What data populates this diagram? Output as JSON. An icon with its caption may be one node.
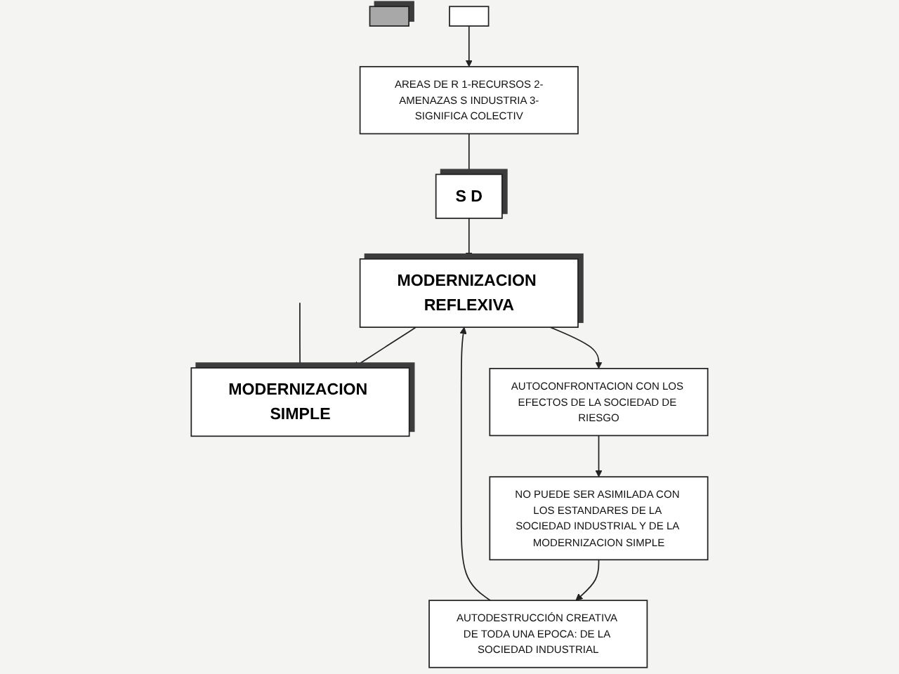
{
  "diagram": {
    "nodes": [
      {
        "text": [],
        "shape": "box"
      },
      {
        "text": [
          "MODERNIZACION SIMPLE"
        ]
      },
      {
        "text": [
          "S D"
        ]
      },
      {
        "text": [
          "MODERNIZACION REFLEXIVA"
        ]
      },
      {
        "text": [
          "AREAS DE R 1-RECURSOS 2-AMENAZAS S INDUSTRIA 3-SIGNIFICA COLECTIV"
        ]
      },
      {
        "text": [
          "AUTOCONFRONTACION CON LOS EFECTOS DE LA SOCIEDAD DE RIESGO"
        ]
      },
      {
        "text": [
          "AUTODESTRUCCIÓN CREATIVA DE TODA UNA EPOCA: DE LA SOCIEDAD INDUSTRIAL"
        ]
      },
      {
        "text": [],
        "shape": "box"
      },
      {
        "text": [
          "NO PUEDE SER ASIMILADA CON LOS ESTANDARES DE LA SOCIEDAD INDUSTRIAL Y DE LA MODERNIZACION SIMPLE"
        ]
      }
    ],
    "edges": [
      {
        "from": 3,
        "to": 1,
        "arrow": "to"
      },
      {
        "from": 2,
        "to": 3,
        "arrow": "to"
      },
      {
        "from": 3,
        "to": 5,
        "arrow": "to"
      },
      {
        "from": 5,
        "to": 8,
        "arrow": "to"
      },
      {
        "from": 8,
        "to": 6,
        "arrow": "to"
      },
      {
        "from": 6,
        "to": 3,
        "arrow": "to"
      },
      {
        "from": 4,
        "to": 2,
        "arrow": "none"
      },
      {
        "from": 7,
        "to": 4,
        "arrow": "to"
      },
      {
        "from": null,
        "to": 1,
        "arrow": "none"
      }
    ]
  }
}
